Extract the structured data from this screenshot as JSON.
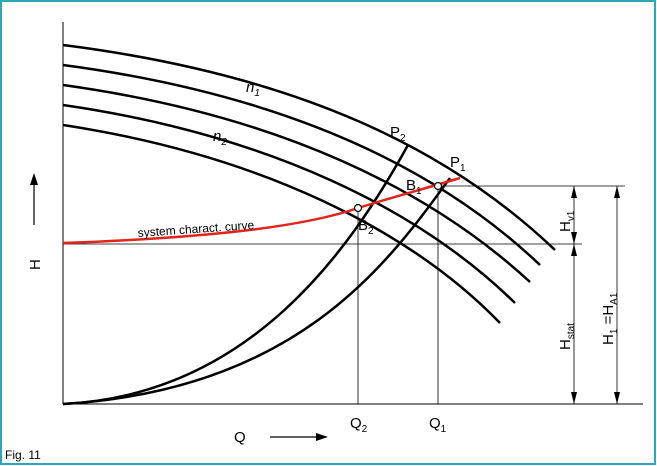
{
  "caption": "Fig. 11",
  "colors": {
    "background": "#ffffff",
    "border": "#2ea6b6",
    "curves": "#000000",
    "system_curve": "#e3241b"
  },
  "labels": {
    "y_axis": "H",
    "x_axis": "Q",
    "q2": {
      "main": "Q",
      "sub": "2"
    },
    "q1": {
      "main": "Q",
      "sub": "1"
    },
    "n1": {
      "main": "n",
      "sub": "1"
    },
    "n2": {
      "main": "n",
      "sub": "2"
    },
    "p2": {
      "main": "P",
      "sub": "2"
    },
    "p1": {
      "main": "P",
      "sub": "1"
    },
    "b1": {
      "main": "B",
      "sub": "1"
    },
    "b2": {
      "main": "B",
      "sub": "2"
    },
    "system_curve": "system charact. curve",
    "hv1": {
      "main": "H",
      "sub": "v1"
    },
    "hstat": {
      "main": "H",
      "sub": "stat"
    },
    "h1": {
      "main": "H",
      "sub": "1",
      "mid": " =H",
      "sub2": "A1"
    }
  }
}
